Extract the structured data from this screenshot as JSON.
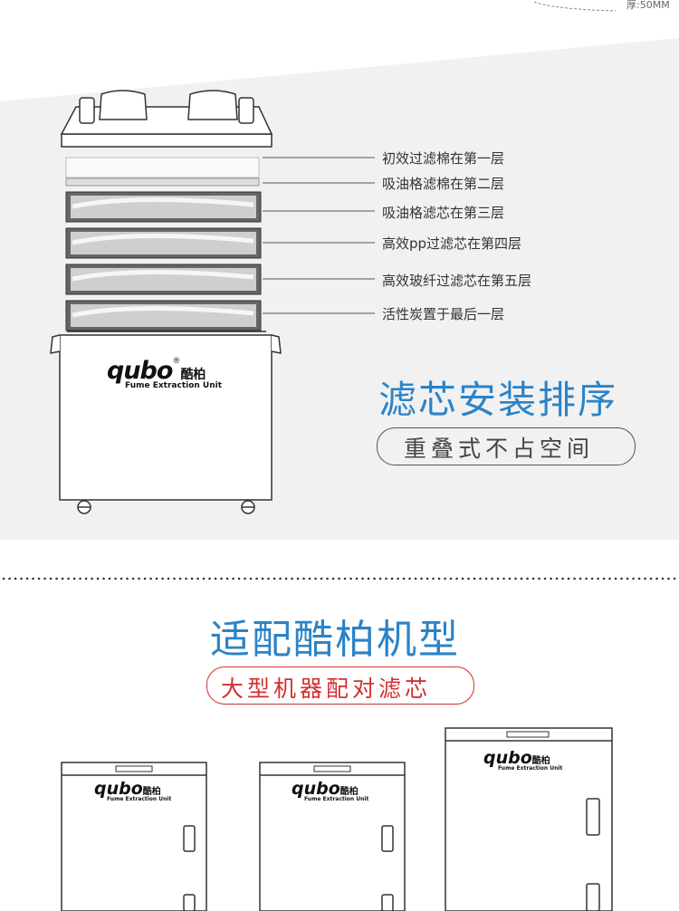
{
  "top_note": "厚:50MM",
  "brand": {
    "logo": "qubo",
    "logo_cn": "酷柏",
    "registered": "®",
    "subtitle": "Fume Extraction Unit"
  },
  "filter_layers": [
    {
      "label": "初效过滤棉在第一层"
    },
    {
      "label": "吸油格滤棉在第二层"
    },
    {
      "label": "吸油格滤芯在第三层"
    },
    {
      "label": "高效pp过滤芯在第四层"
    },
    {
      "label": "高效玻纤过滤芯在第五层"
    },
    {
      "label": "活性炭置于最后一层"
    }
  ],
  "section1": {
    "title": "滤芯安装排序",
    "subtitle": "重叠式不占空间"
  },
  "section2": {
    "title": "适配酷柏机型",
    "subtitle": "大型机器配对滤芯"
  },
  "colors": {
    "accent_blue": "#2b83c6",
    "accent_red": "#d32f2f",
    "band_gray": "#f1f1f1"
  }
}
